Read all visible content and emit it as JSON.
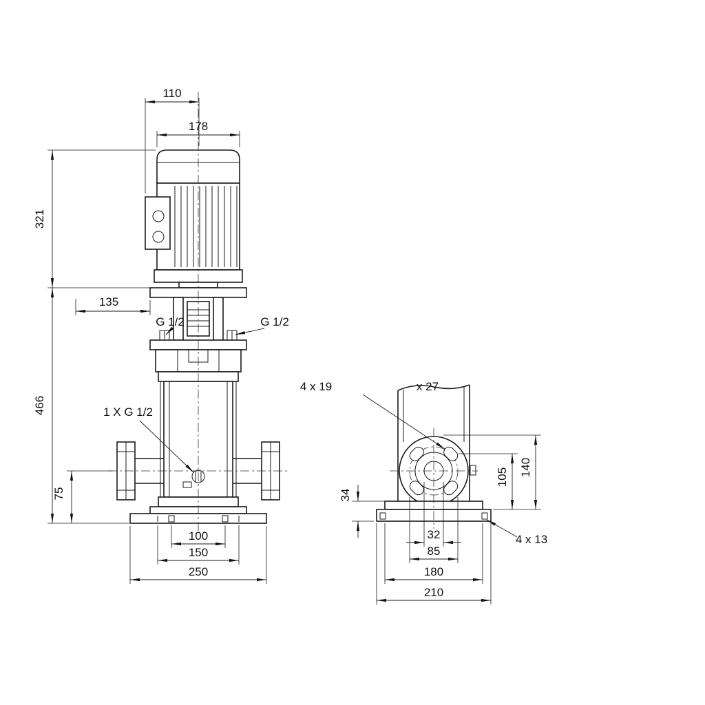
{
  "front_view": {
    "dim_motor_top_width": "110",
    "dim_motor_diameter": "178",
    "dim_motor_height": "321",
    "dim_stool_width": "135",
    "dim_pump_height": "466",
    "dim_port_centerline_height": "75",
    "dim_base_bolt_inner": "100",
    "dim_base_bolt_outer": "150",
    "dim_base_width": "250",
    "label_plug_left": "G 1/2",
    "label_plug_right": "G 1/2",
    "label_drain_plug": "1 X G 1/2"
  },
  "side_view": {
    "label_flange_slots_a": "4 x 19",
    "label_flange_slots_b": "x 27",
    "dim_base_height": "34",
    "dim_flange_mid_height": "105",
    "dim_flange_top_height": "140",
    "dim_port_bore": "32",
    "dim_bolt_circle": "85",
    "dim_base_inner_width": "180",
    "dim_base_outer_width": "210",
    "label_base_holes": "4 x 13"
  }
}
